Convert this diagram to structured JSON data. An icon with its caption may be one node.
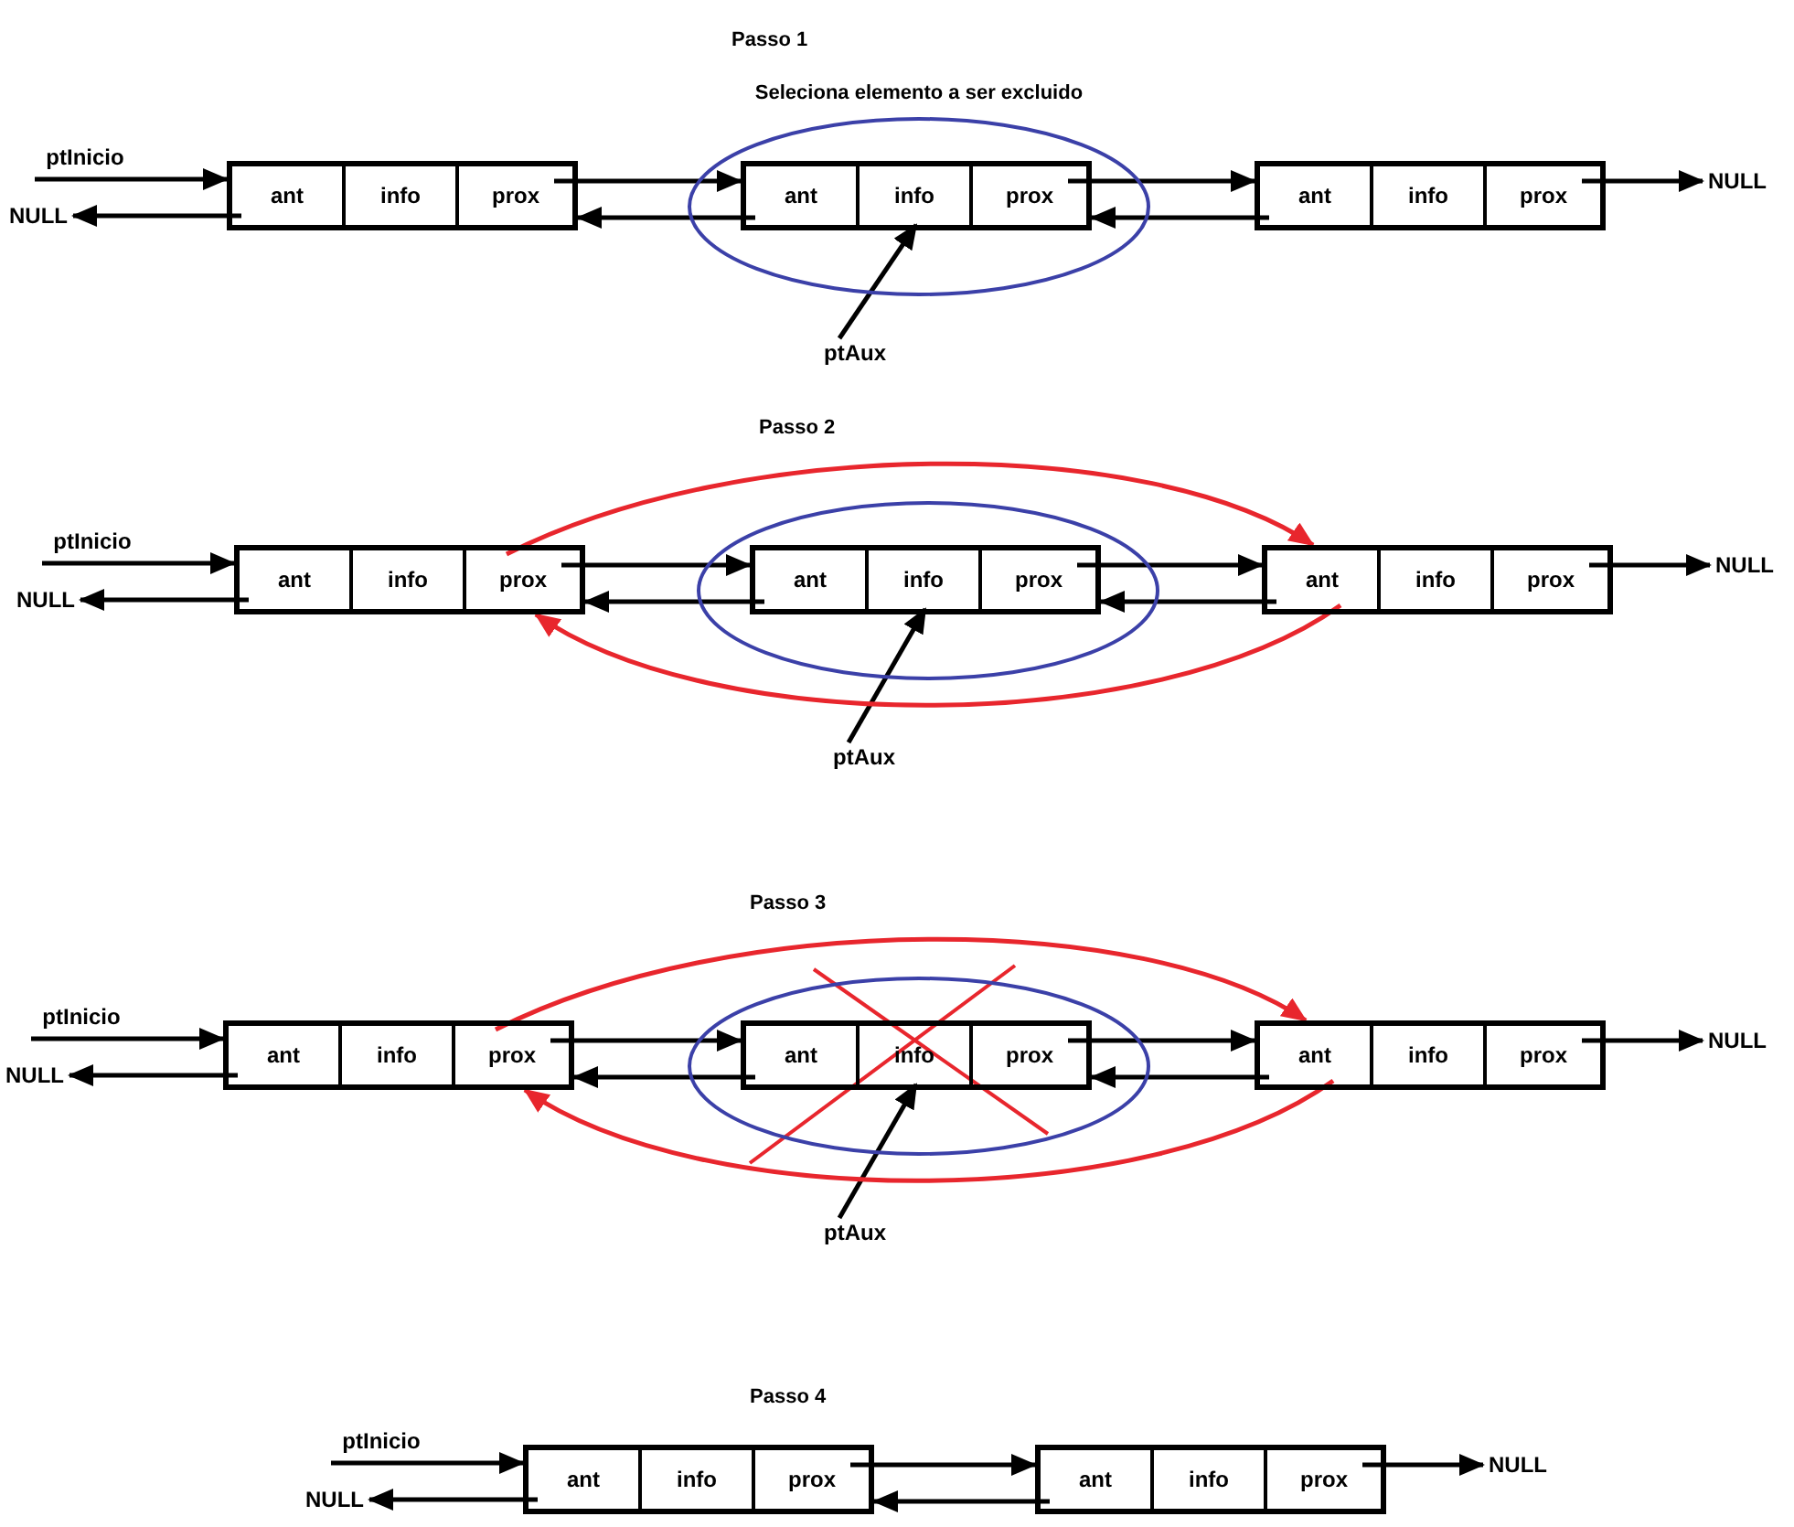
{
  "diagram": {
    "nodes": [
      {
        "text": [
          "ptInicio"
        ]
      },
      {
        "text": [
          "NULL"
        ]
      },
      {
        "text": [],
        "shape": "box"
      },
      {
        "text": [
          "ant"
        ],
        "in": 2
      },
      {
        "text": [
          "info"
        ],
        "in": 2
      },
      {
        "text": [
          "prox"
        ],
        "in": 2
      },
      {
        "text": [
          "Seleciona elemento a ser excluido"
        ]
      },
      {
        "text": [],
        "shape": "box",
        "in": 6
      },
      {
        "text": [
          "ant"
        ],
        "in": 7
      },
      {
        "text": [
          "info"
        ],
        "in": 7
      },
      {
        "text": [
          "prox"
        ],
        "in": 7
      },
      {
        "text": [],
        "shape": "box"
      },
      {
        "text": [
          "ant"
        ],
        "in": 11
      },
      {
        "text": [
          "info"
        ],
        "in": 11
      },
      {
        "text": [
          "prox"
        ],
        "in": 11
      },
      {
        "text": [
          "NULL"
        ]
      },
      {
        "text": [
          "ptAux"
        ]
      },
      {
        "text": [
          "ptInicio"
        ]
      },
      {
        "text": [
          "NULL"
        ]
      },
      {
        "text": [],
        "shape": "box"
      },
      {
        "text": [
          "ant"
        ],
        "in": 19
      },
      {
        "text": [
          "info"
        ],
        "in": 19
      },
      {
        "text": [
          "prox"
        ],
        "in": 19
      },
      {
        "text": [],
        "shape": "ellipse"
      },
      {
        "text": [],
        "shape": "box",
        "in": 23
      },
      {
        "text": [
          "ant"
        ],
        "in": 24
      },
      {
        "text": [
          "info"
        ],
        "in": 24
      },
      {
        "text": [
          "prox"
        ],
        "in": 24
      },
      {
        "text": [],
        "shape": "box"
      },
      {
        "text": [
          "ant"
        ],
        "in": 28
      },
      {
        "text": [
          "info"
        ],
        "in": 28
      },
      {
        "text": [
          "prox"
        ],
        "in": 28
      },
      {
        "text": [
          "NULL"
        ]
      },
      {
        "text": [
          "ptAux"
        ]
      },
      {
        "text": [
          "ptInicio"
        ]
      },
      {
        "text": [
          "NULL"
        ]
      },
      {
        "text": [],
        "shape": "box"
      },
      {
        "text": [
          "ant"
        ],
        "in": 36
      },
      {
        "text": [
          "info"
        ],
        "in": 36
      },
      {
        "text": [
          "prox"
        ],
        "in": 36
      },
      {
        "text": [],
        "shape": "ellipse"
      },
      {
        "text": [],
        "shape": "box",
        "in": 40
      },
      {
        "text": [
          "ant"
        ],
        "in": 41
      },
      {
        "text": [
          "info"
        ],
        "in": 41
      },
      {
        "text": [
          "prox"
        ],
        "in": 41
      },
      {
        "text": [],
        "shape": "box"
      },
      {
        "text": [
          "ant"
        ],
        "in": 45
      },
      {
        "text": [
          "info"
        ],
        "in": 45
      },
      {
        "text": [
          "prox"
        ],
        "in": 45
      },
      {
        "text": [
          "NULL"
        ]
      },
      {
        "text": [
          "ptAux"
        ]
      },
      {
        "text": [
          "ptInicio"
        ]
      },
      {
        "text": [
          "NULL"
        ]
      },
      {
        "text": [],
        "shape": "box"
      },
      {
        "text": [
          "ant"
        ],
        "in": 53
      },
      {
        "text": [
          "info"
        ],
        "in": 53
      },
      {
        "text": [
          "prox"
        ],
        "in": 53
      },
      {
        "text": [],
        "shape": "box"
      },
      {
        "text": [
          "ant"
        ],
        "in": 57
      },
      {
        "text": [
          "info"
        ],
        "in": 57
      },
      {
        "text": [
          "prox"
        ],
        "in": 57
      },
      {
        "text": [
          "NULL"
        ]
      }
    ],
    "edges": [
      {
        "from": 0,
        "to": 2,
        "arrow": "to"
      },
      {
        "from": 3,
        "to": 1,
        "arrow": "to"
      },
      {
        "from": 5,
        "to": 7,
        "arrow": "to"
      },
      {
        "from": 8,
        "to": 2,
        "arrow": "to"
      },
      {
        "from": 10,
        "to": 11,
        "arrow": "to"
      },
      {
        "from": 12,
        "to": 7,
        "arrow": "to"
      },
      {
        "from": 14,
        "to": 15,
        "arrow": "to"
      },
      {
        "from": 16,
        "to": 9,
        "arrow": "to"
      },
      {
        "from": 17,
        "to": 19,
        "arrow": "to"
      },
      {
        "from": 20,
        "to": 18,
        "arrow": "to"
      },
      {
        "from": 22,
        "to": 24,
        "arrow": "to"
      },
      {
        "from": 25,
        "to": 19,
        "arrow": "to"
      },
      {
        "from": 27,
        "to": 28,
        "arrow": "to"
      },
      {
        "from": 29,
        "to": 24,
        "arrow": "to"
      },
      {
        "from": 31,
        "to": 32,
        "arrow": "to"
      },
      {
        "from": 33,
        "to": 26,
        "arrow": "to"
      },
      {
        "from": 22,
        "to": 28,
        "arrow": "to",
        "color": "#e8262d"
      },
      {
        "from": 29,
        "to": 19,
        "arrow": "to",
        "color": "#e8262d"
      },
      {
        "from": 34,
        "to": 36,
        "arrow": "to"
      },
      {
        "from": 37,
        "to": 35,
        "arrow": "to"
      },
      {
        "from": 39,
        "to": 41,
        "arrow": "to"
      },
      {
        "from": 42,
        "to": 36,
        "arrow": "to"
      },
      {
        "from": 44,
        "to": 45,
        "arrow": "to"
      },
      {
        "from": 46,
        "to": 41,
        "arrow": "to"
      },
      {
        "from": 48,
        "to": 49,
        "arrow": "to"
      },
      {
        "from": 50,
        "to": 43,
        "arrow": "to"
      },
      {
        "from": 39,
        "to": 45,
        "arrow": "to",
        "color": "#e8262d"
      },
      {
        "from": 46,
        "to": 36,
        "arrow": "to",
        "color": "#e8262d"
      },
      {
        "from": 51,
        "to": 53,
        "arrow": "to"
      },
      {
        "from": 54,
        "to": 52,
        "arrow": "to"
      },
      {
        "from": 56,
        "to": 57,
        "arrow": "to"
      },
      {
        "from": 58,
        "to": 53,
        "arrow": "to"
      },
      {
        "from": 60,
        "to": 61,
        "arrow": "to"
      }
    ],
    "labels": [
      "Passo 1",
      "Passo 2",
      "Passo 3",
      "Passo 4"
    ]
  }
}
